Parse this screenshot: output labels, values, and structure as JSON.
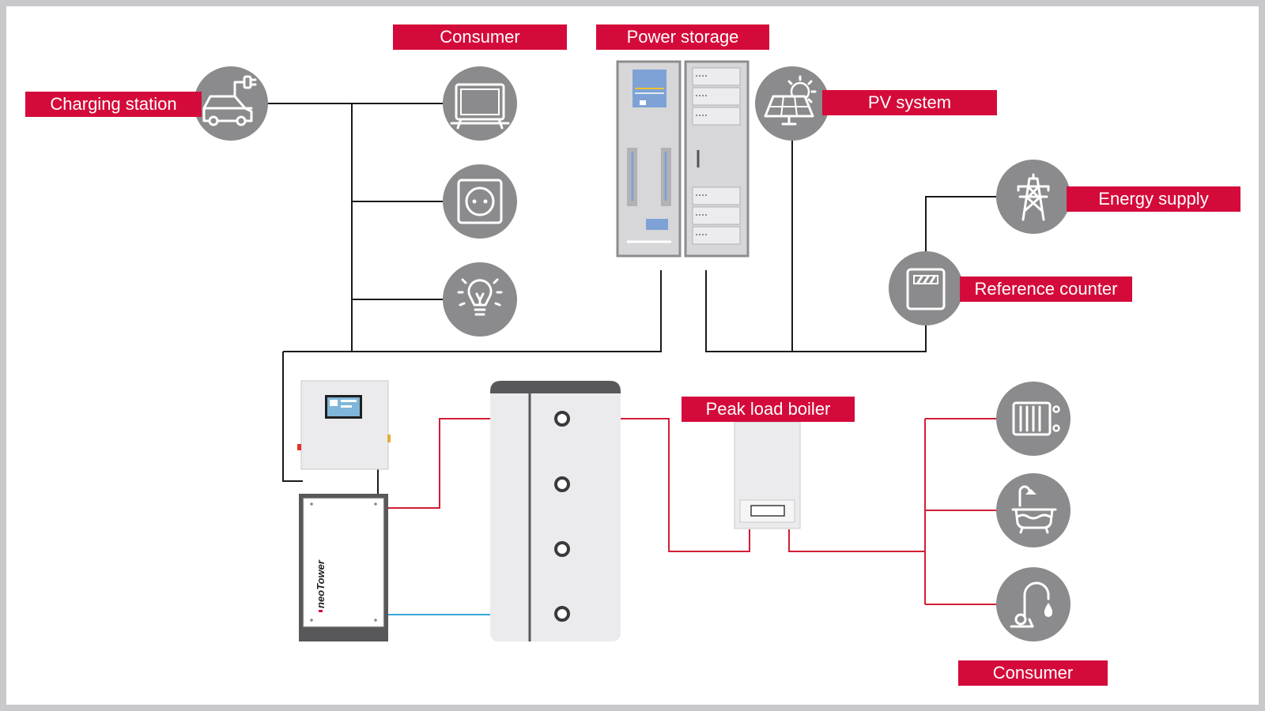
{
  "labels": {
    "charging_station": "Charging station",
    "consumer_top": "Consumer",
    "power_storage": "Power storage",
    "pv_system": "PV system",
    "energy_supply": "Energy supply",
    "reference_counter": "Reference counter",
    "peak_load_boiler": "Peak load boiler",
    "consumer_bottom": "Consumer"
  },
  "device": {
    "brand_text": "neoTower"
  },
  "colors": {
    "accent": "#d40b3a",
    "icon_circle": "#8b8b8d",
    "electric_line": "#1a1a1a",
    "heat_line": "#d11f35",
    "cold_water_line": "#3aa6d8",
    "background": "#ffffff",
    "border": "#c9c9cb"
  },
  "icons": [
    "car-charger-icon",
    "monitor-icon",
    "power-socket-icon",
    "light-bulb-icon",
    "solar-panel-icon",
    "power-pylon-icon",
    "electric-meter-icon",
    "radiator-icon",
    "bathtub-icon",
    "faucet-icon"
  ]
}
